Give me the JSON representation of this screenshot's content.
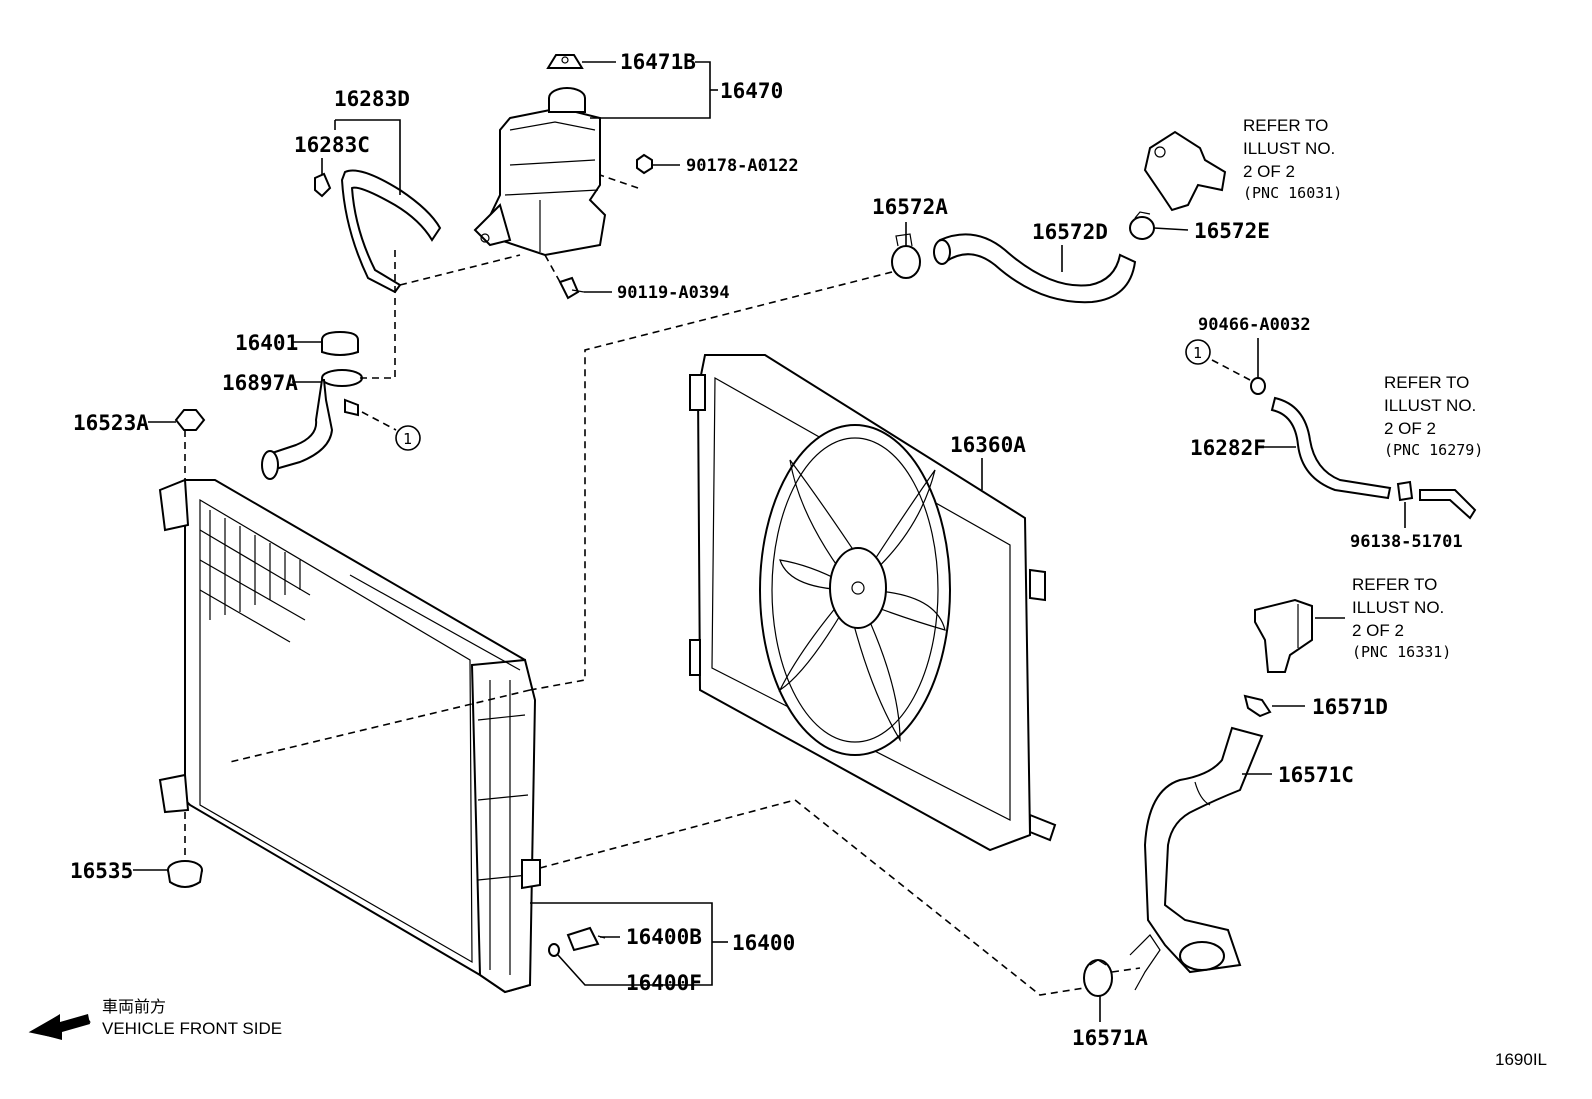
{
  "diagram_code": "1690IL",
  "direction": {
    "label_jp": "車両前方",
    "label_en": "VEHICLE FRONT SIDE"
  },
  "refer_note": {
    "line1": "REFER TO",
    "line2": "ILLUST NO.",
    "line3": "2 OF 2"
  },
  "refs": {
    "thermostat": "(PNC 16031)",
    "bypass": "(PNC 16279)",
    "outlet": "(PNC 16331)"
  },
  "callout_marker": "1",
  "parts": {
    "p16471B": "16471B",
    "p16470": "16470",
    "p16283D": "16283D",
    "p16283C": "16283C",
    "p90178": "90178-A0122",
    "p90119": "90119-A0394",
    "p16572A": "16572A",
    "p16572D": "16572D",
    "p16572E": "16572E",
    "p16401": "16401",
    "p16897A": "16897A",
    "p16523A": "16523A",
    "p90466": "90466-A0032",
    "p16282F": "16282F",
    "p96138": "96138-51701",
    "p16360A": "16360A",
    "p16571D": "16571D",
    "p16571C": "16571C",
    "p16535": "16535",
    "p16400B": "16400B",
    "p16400": "16400",
    "p16400F": "16400F",
    "p16571A": "16571A"
  }
}
